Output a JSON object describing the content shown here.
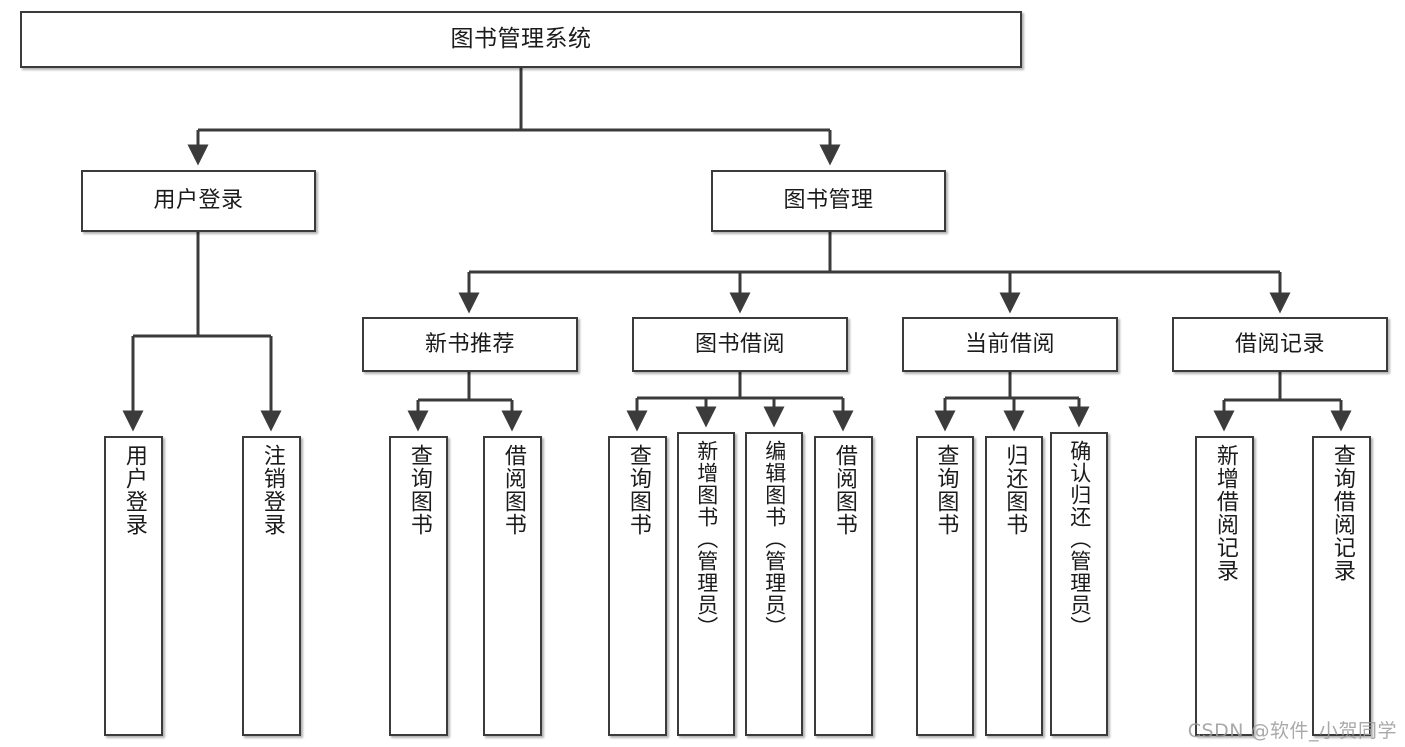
{
  "diagram": {
    "title": "图书管理系统",
    "type": "hierarchy-tree",
    "watermark": "CSDN @软件_小贺同学",
    "colors": {
      "box_border": "#3b3b3b",
      "box_fill": "#ffffff",
      "edge": "#3b3b3b",
      "text": "#1b1b1b",
      "watermark": "#9b9b9b"
    },
    "nodes": {
      "root": {
        "label": "图书管理系统"
      },
      "level2": [
        {
          "label": "用户登录"
        },
        {
          "label": "图书管理"
        }
      ],
      "level3": [
        {
          "label": "新书推荐"
        },
        {
          "label": "图书借阅"
        },
        {
          "label": "当前借阅"
        },
        {
          "label": "借阅记录"
        }
      ],
      "leaves": {
        "user_login": [
          {
            "label": "用户登录"
          },
          {
            "label": "注销登录"
          }
        ],
        "new_book": [
          {
            "label": "查询图书"
          },
          {
            "label": "借阅图书"
          }
        ],
        "book_borrow": [
          {
            "label": "查询图书"
          },
          {
            "label": "新增图书（管理员）"
          },
          {
            "label": "编辑图书（管理员）"
          },
          {
            "label": "借阅图书"
          }
        ],
        "current_borrow": [
          {
            "label": "查询图书"
          },
          {
            "label": "归还图书"
          },
          {
            "label": "确认归还（管理员）"
          }
        ],
        "borrow_record": [
          {
            "label": "新增借阅记录"
          },
          {
            "label": "查询借阅记录"
          }
        ]
      }
    }
  }
}
